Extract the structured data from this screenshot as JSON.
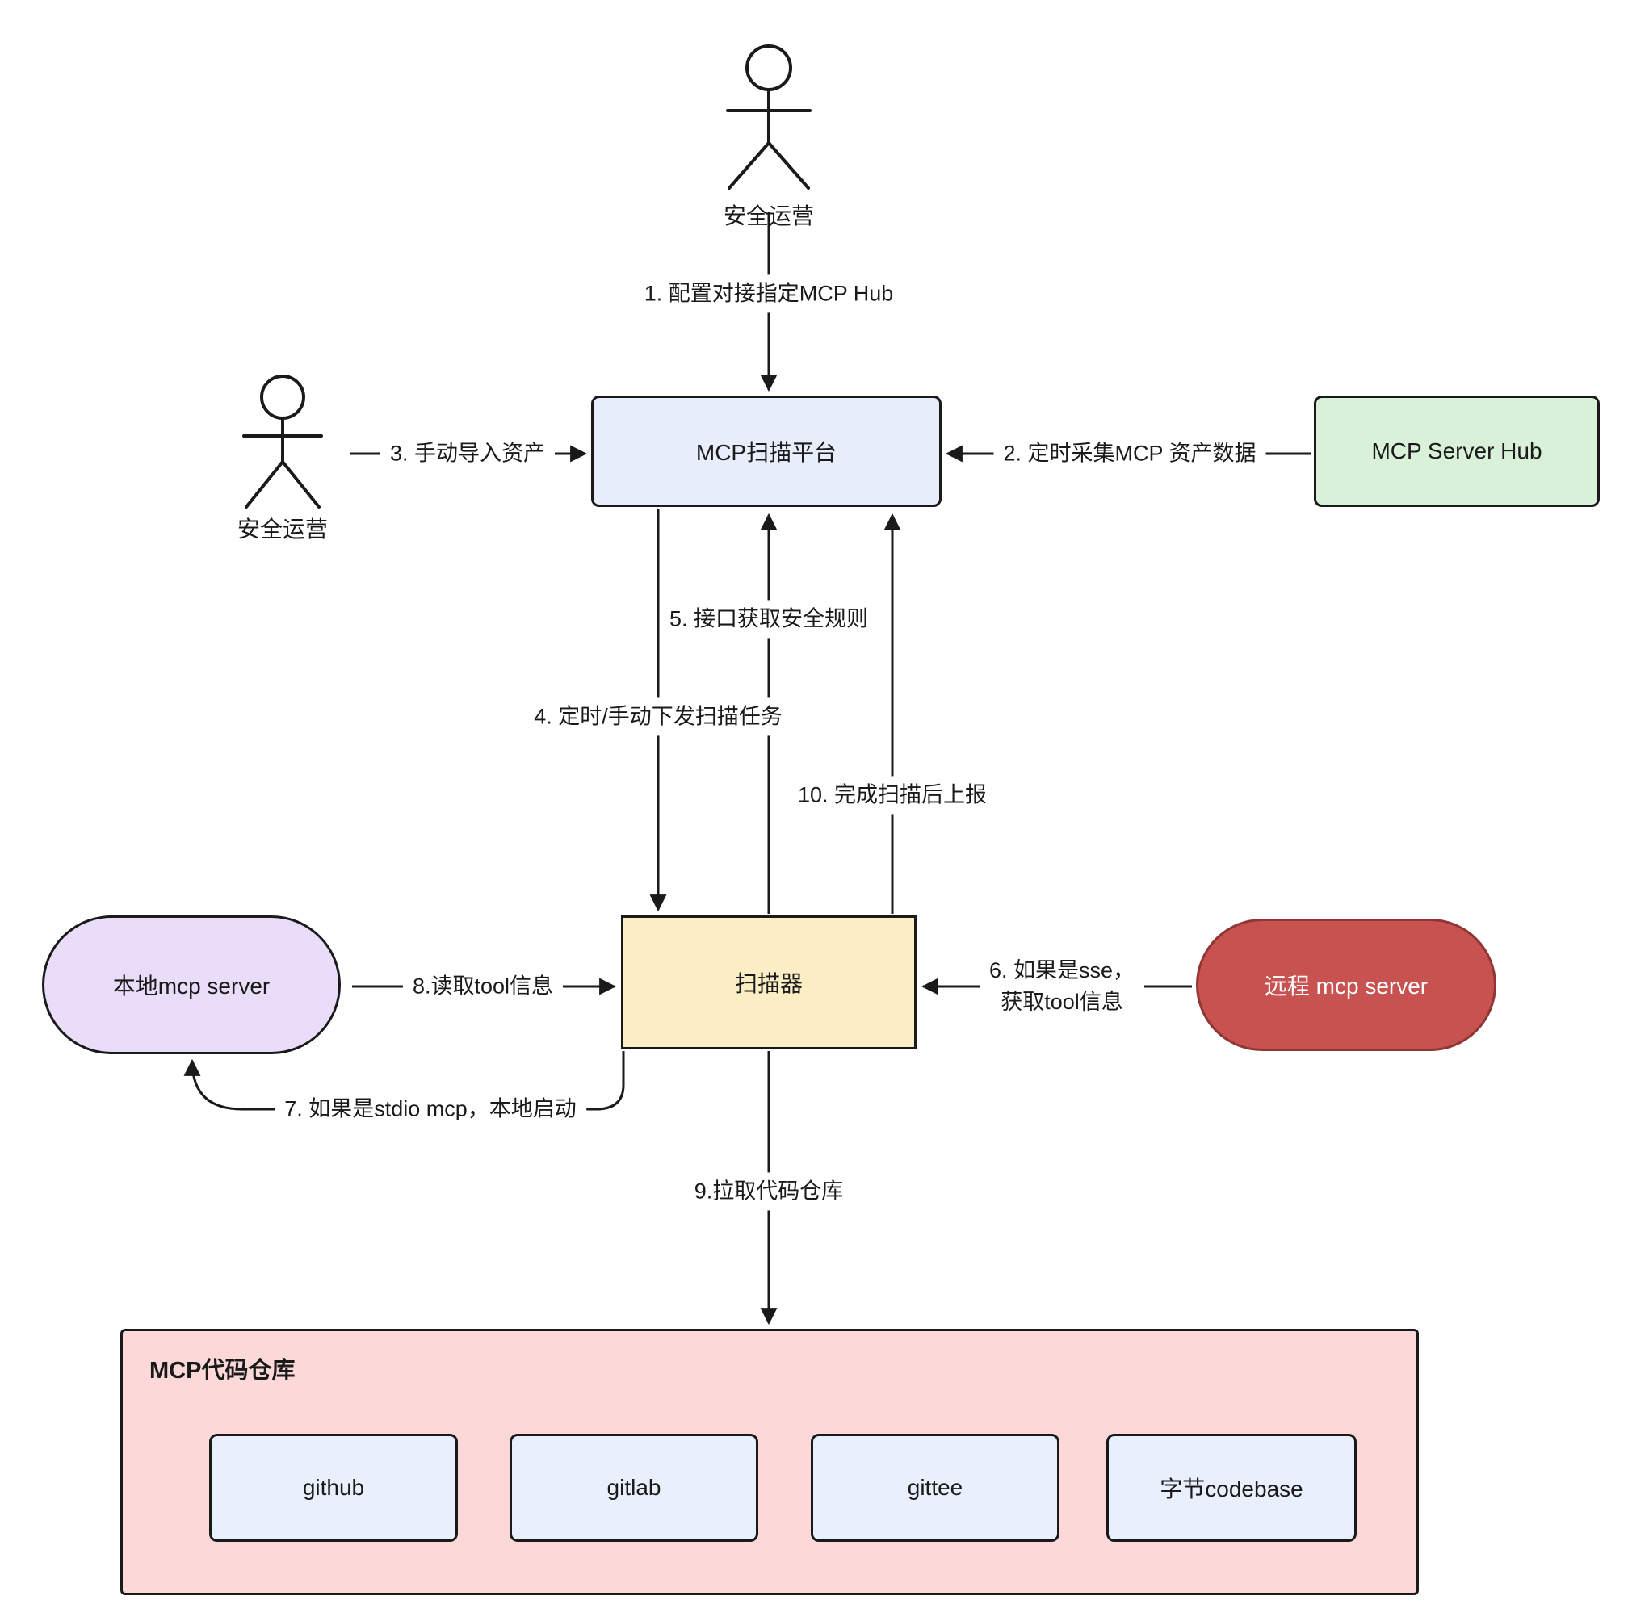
{
  "actors": {
    "top": {
      "label": "安全运营"
    },
    "left": {
      "label": "安全运营"
    }
  },
  "nodes": {
    "platform": {
      "label": "MCP扫描平台",
      "fill": "#e8edfc"
    },
    "hub": {
      "label": "MCP Server Hub",
      "fill": "#d8f1d8"
    },
    "scanner": {
      "label": "扫描器",
      "fill": "#fbedc4"
    },
    "local_mcp": {
      "label": "本地mcp server",
      "fill": "#e9ddfa"
    },
    "remote_mcp": {
      "label": "远程 mcp server",
      "fill": "#c75250",
      "text": "#ffffff",
      "border": "#8f3533"
    },
    "repo_group": {
      "label": "MCP代码仓库",
      "fill": "#fcd8d8"
    },
    "repos": [
      {
        "label": "github"
      },
      {
        "label": "gitlab"
      },
      {
        "label": "gittee"
      },
      {
        "label": "字节codebase"
      }
    ],
    "repo_fill": "#e9effc"
  },
  "edges": {
    "e1": {
      "label": "1. 配置对接指定MCP Hub"
    },
    "e2": {
      "label": "2. 定时采集MCP 资产数据"
    },
    "e3": {
      "label": "3. 手动导入资产"
    },
    "e4": {
      "label": "4. 定时/手动下发扫描任务"
    },
    "e5": {
      "label": "5. 接口获取安全规则"
    },
    "e6": {
      "label": "6. 如果是sse，\n获取tool信息"
    },
    "e7": {
      "label": "7. 如果是stdio mcp，本地启动"
    },
    "e8": {
      "label": "8.读取tool信息"
    },
    "e9": {
      "label": "9.拉取代码仓库"
    },
    "e10": {
      "label": "10. 完成扫描后上报"
    }
  },
  "colors": {
    "stroke": "#1a1a1a",
    "background": "#ffffff"
  }
}
